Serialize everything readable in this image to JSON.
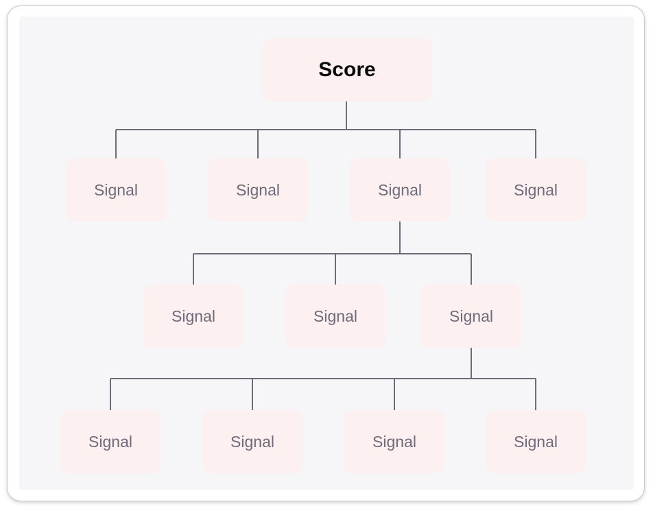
{
  "diagram": {
    "root": {
      "label": "Score"
    },
    "level1": [
      {
        "label": "Signal"
      },
      {
        "label": "Signal"
      },
      {
        "label": "Signal"
      },
      {
        "label": "Signal"
      }
    ],
    "level2": [
      {
        "label": "Signal"
      },
      {
        "label": "Signal"
      },
      {
        "label": "Signal"
      }
    ],
    "level3": [
      {
        "label": "Signal"
      },
      {
        "label": "Signal"
      },
      {
        "label": "Signal"
      },
      {
        "label": "Signal"
      }
    ]
  },
  "colors": {
    "node_fill": "#fcf0f0",
    "panel_fill": "#f6f5f8",
    "connector": "#6e6a78",
    "root_text": "#0a0a0a",
    "node_text": "#6f6a7a"
  }
}
